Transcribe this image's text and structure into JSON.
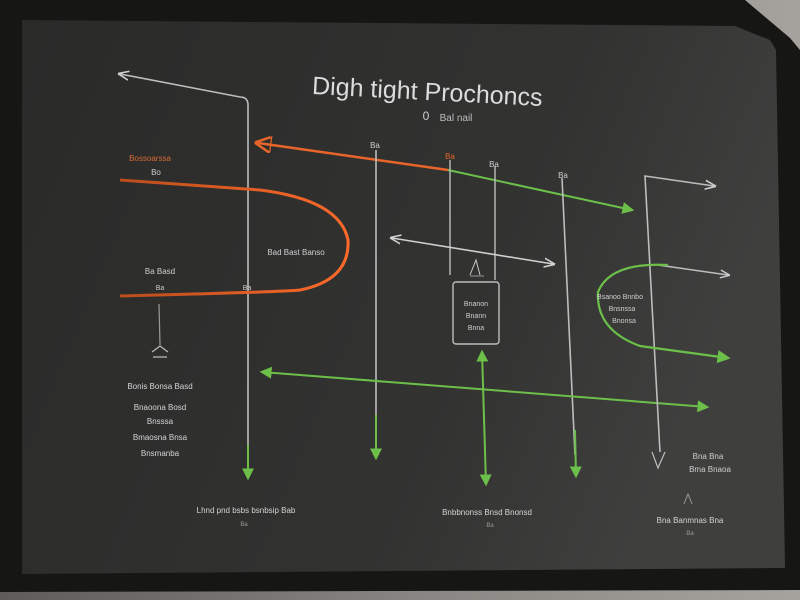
{
  "diagram": {
    "title": "Digh tight Prochoncs",
    "subtitle_glyph": "0",
    "subtitle": "Bal nail",
    "top_labels": [
      "Ba",
      "Ba",
      "Ba",
      "Ba"
    ],
    "left_group_a": [
      "Bossoarssa",
      "Bo"
    ],
    "left_group_b": [
      "Ba Basd",
      "Ba"
    ],
    "left_loop_label": "Bad Bast Banso",
    "left_stack": [
      "Bonis Bonsa Basd",
      "Bnaoona Bosd",
      "Bnsssa",
      "Bmaosna Bnsa",
      "Bnsmanba"
    ],
    "center_box": [
      "Bnanon",
      "Bnann",
      "Bnna"
    ],
    "right_loop_lines": [
      "Bsanoo Bnnbo",
      "Bnsnssa",
      "Bnonsa"
    ],
    "right_stack": [
      "Bna Bna",
      "Bma Bnaoa"
    ],
    "bottom_left": "Lhnd pnd bsbs bsnbsip Bab",
    "bottom_left_sub": "Ba",
    "bottom_center": "Bnbbnonss Bnsd Bnonsd",
    "bottom_center_sub": "Ba",
    "bottom_right": "Bna Banmnas Bna",
    "bottom_right_sub": "Ba",
    "colors": {
      "board": "#2a2a29",
      "frame": "#161615",
      "orange": "#e8652a",
      "green": "#6cc04a",
      "gray": "#c9c9c9",
      "text": "#d9d9d9"
    }
  }
}
